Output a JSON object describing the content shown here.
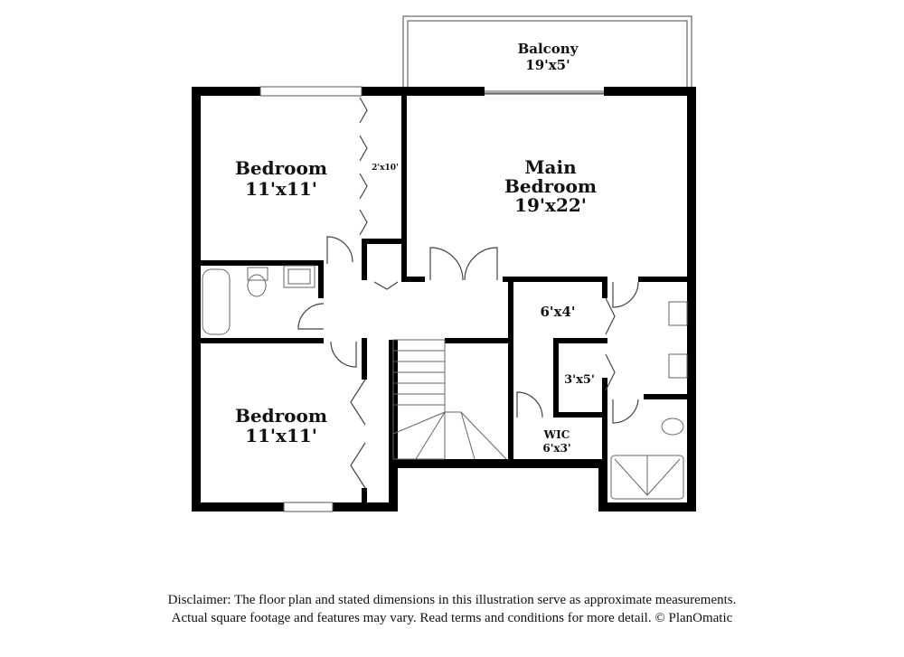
{
  "rooms": {
    "balcony": {
      "name": "Balcony",
      "dims": "19'x5'"
    },
    "bedroom_top": {
      "name": "Bedroom",
      "dims": "11'x11'"
    },
    "closet_top": {
      "dims": "2'x10'"
    },
    "main_bedroom": {
      "name_line1": "Main",
      "name_line2": "Bedroom",
      "dims": "19'x22'"
    },
    "closet_6x4": {
      "dims": "6'x4'"
    },
    "closet_3x5": {
      "dims": "3'x5'"
    },
    "wic": {
      "name": "WIC",
      "dims": "6'x3'"
    },
    "bedroom_bottom": {
      "name": "Bedroom",
      "dims": "11'x11'"
    }
  },
  "disclaimer": {
    "line1": "Disclaimer: The floor plan and stated dimensions in this illustration serve as approximate measurements.",
    "line2": "Actual square footage and features may vary. Read terms and conditions for more detail. © PlanOmatic"
  },
  "colors": {
    "wall": "#000000",
    "fixture": "#555555"
  }
}
